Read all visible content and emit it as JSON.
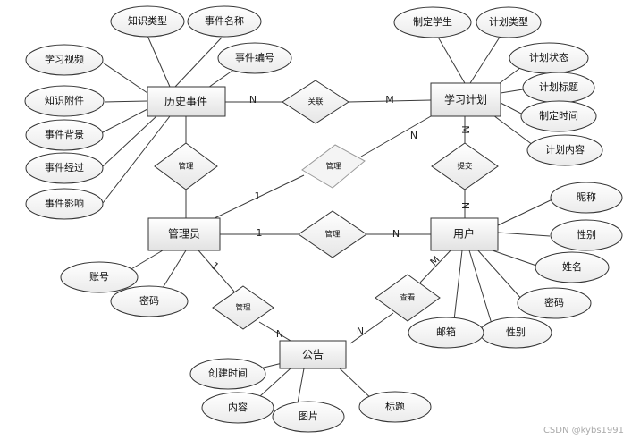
{
  "entities": {
    "history_event": "历史事件",
    "study_plan": "学习计划",
    "admin": "管理员",
    "user": "用户",
    "notice": "公告"
  },
  "relations": {
    "related": "关联",
    "manage_event": "管理",
    "manage_plan": "管理",
    "manage_user": "管理",
    "manage_notice": "管理",
    "submit": "提交",
    "view": "查看"
  },
  "attributes": {
    "history_event": [
      "知识类型",
      "事件名称",
      "事件编号",
      "学习视频",
      "知识附件",
      "事件背景",
      "事件经过",
      "事件影响"
    ],
    "study_plan": [
      "制定学生",
      "计划类型",
      "计划状态",
      "计划标题",
      "制定时间",
      "计划内容"
    ],
    "user": [
      "昵称",
      "性别",
      "姓名",
      "密码",
      "性别",
      "邮箱"
    ],
    "admin": [
      "账号",
      "密码"
    ],
    "notice": [
      "创建时间",
      "内容",
      "图片",
      "标题"
    ]
  },
  "cardinalities": {
    "event_related": "N",
    "plan_related": "M",
    "admin_plan": "1",
    "plan_manage": "N",
    "plan_submit": "M",
    "user_submit": "N",
    "admin_user": "1",
    "user_manage": "N",
    "admin_notice": "1",
    "notice_admin": "N",
    "user_view": "M",
    "notice_view": "N"
  },
  "watermark": "CSDN @kybs1991"
}
